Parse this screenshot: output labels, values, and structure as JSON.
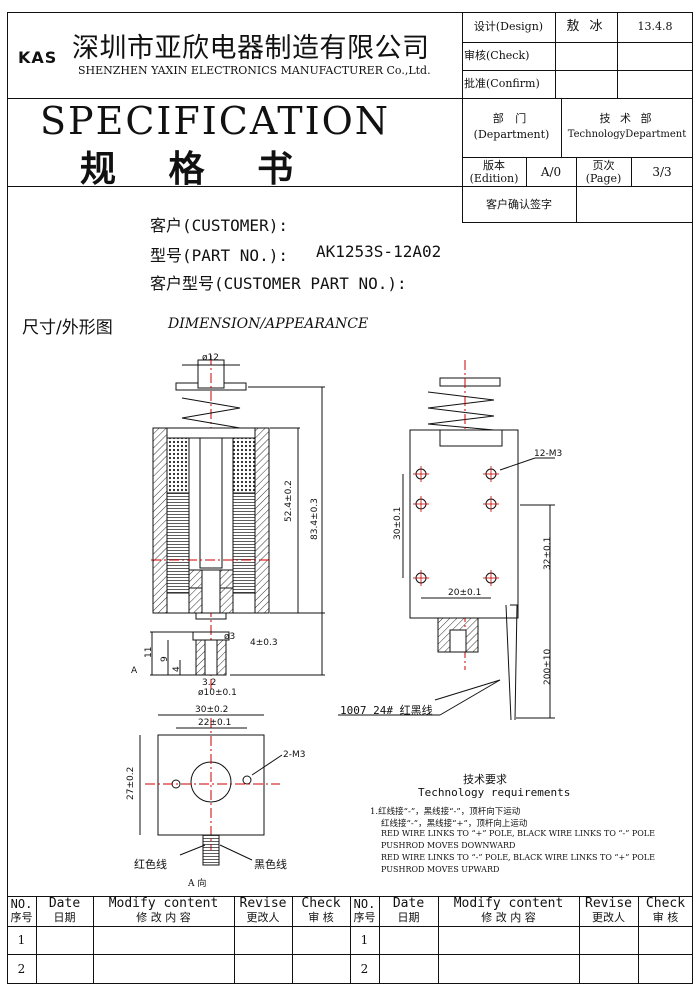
{
  "company": {
    "logo": "KAS",
    "name_cn": "深圳市亚欣电器制造有限公司",
    "name_en": "SHENZHEN YAXIN ELECTRONICS MANUFACTURER Co.,Ltd."
  },
  "title": {
    "en": "SPECIFICATION",
    "cn": "规 格 书"
  },
  "approval": {
    "design_label": "设计(Design)",
    "design_name": "敖 冰",
    "design_date": "13.4.8",
    "check_label": "审核(Check)",
    "confirm_label": "批准(Confirm)"
  },
  "department": {
    "label_cn": "部 门",
    "label_en": "(Department)",
    "value_cn": "技 术 部",
    "value_en": "TechnologyDepartment"
  },
  "edition": {
    "label_cn": "版本",
    "label_en": "(Edition)",
    "value": "A/0",
    "page_label_cn": "页次",
    "page_label_en": "(Page)",
    "page_value": "3/3"
  },
  "customer_confirm_label": "客户确认签字",
  "customer": {
    "customer_label": "客户(CUSTOMER):",
    "part_label": "型号(PART NO.):",
    "part_value": "AK1253S-12A02",
    "customer_part_label": "客户型号(CUSTOMER PART NO.):"
  },
  "section": {
    "title_cn": "尺寸/外形图",
    "title_en": "DIMENSION/APPEARANCE"
  },
  "drawing": {
    "dim_top": "ø12",
    "dim_52": "52.4±0.2",
    "dim_83": "83.4±0.3",
    "dim_3": "ø3",
    "dim_4": "4±0.3",
    "dim_11": "11",
    "dim_9": "9",
    "dim_4b": "4",
    "dim_32": "3.2",
    "dim_10": "ø10±0.1",
    "view_a": "A",
    "holes_label": "12-M3",
    "dim_30": "30±0.1",
    "dim_20": "20±0.1",
    "dim_32b": "32±0.1",
    "dim_200": "200±10",
    "wire_label": "1007 24# 红黑线",
    "bottom_30": "30±0.2",
    "bottom_22": "22±0.1",
    "bottom_27": "27±0.2",
    "bottom_m3": "2-M3",
    "red_wire": "红色线",
    "black_wire": "黑色线",
    "a_dir": "A 向"
  },
  "requirements": {
    "title_cn": "技术要求",
    "title_en": "Technology requirements",
    "line1": "1.红线接“-”，黑线接“-”，顶杆向下运动",
    "line2": "红线接“-”，黑线接“+”，顶杆向上运动",
    "line3": "RED WIRE LINKS TO “+” POLE, BLACK WIRE LINKS TO “-” POLE",
    "line4": "PUSHROD MOVES DOWNWARD",
    "line5": "RED WIRE LINKS TO “-” POLE, BLACK WIRE LINKS TO “+” POLE",
    "line6": "PUSHROD MOVES UPWARD"
  },
  "revision_table": {
    "headers": [
      {
        "en": "NO.",
        "cn": "序号"
      },
      {
        "en": "Date",
        "cn": "日期"
      },
      {
        "en": "Modify content",
        "cn": "修 改 内 容"
      },
      {
        "en": "Revise",
        "cn": "更改人"
      },
      {
        "en": "Check",
        "cn": "审 核"
      }
    ],
    "rows": [
      "1",
      "2"
    ]
  }
}
